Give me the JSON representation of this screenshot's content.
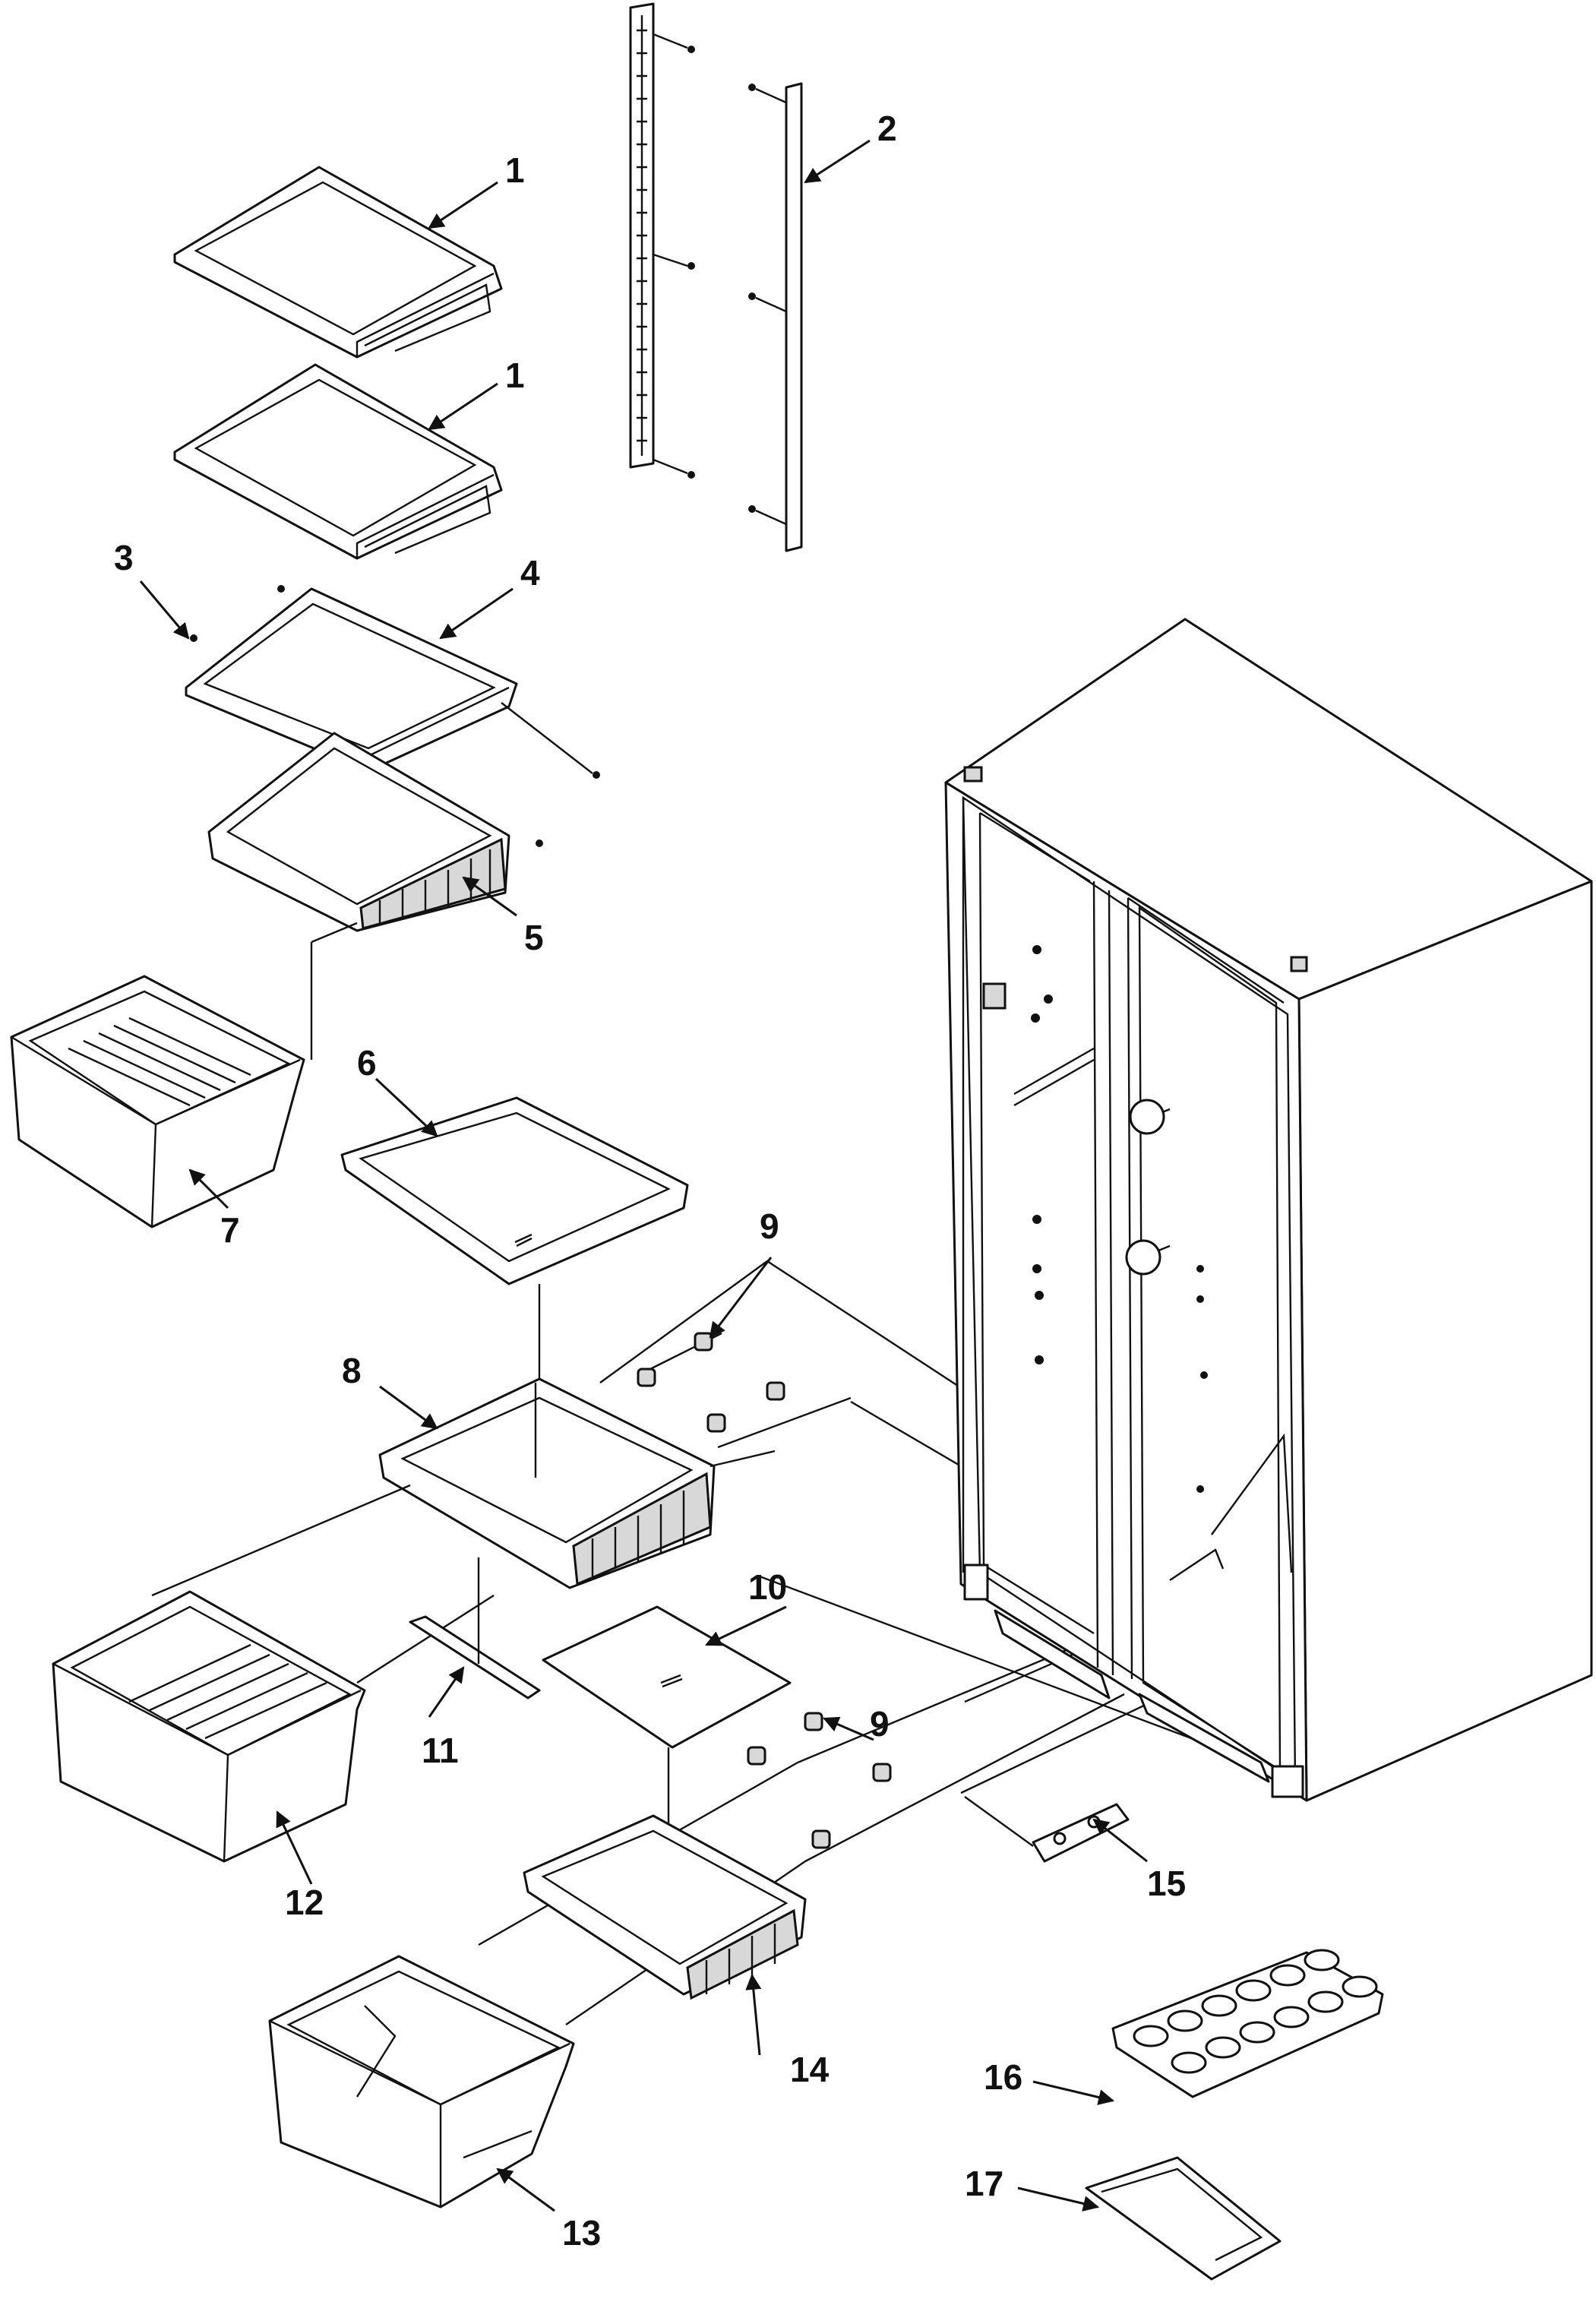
{
  "diagram": {
    "callouts": [
      {
        "id": "1a",
        "label": "1"
      },
      {
        "id": "1b",
        "label": "1"
      },
      {
        "id": "2",
        "label": "2"
      },
      {
        "id": "3",
        "label": "3"
      },
      {
        "id": "4",
        "label": "4"
      },
      {
        "id": "5",
        "label": "5"
      },
      {
        "id": "6",
        "label": "6"
      },
      {
        "id": "7",
        "label": "7"
      },
      {
        "id": "8",
        "label": "8"
      },
      {
        "id": "9a",
        "label": "9"
      },
      {
        "id": "9b",
        "label": "9"
      },
      {
        "id": "10",
        "label": "10"
      },
      {
        "id": "11",
        "label": "11"
      },
      {
        "id": "12",
        "label": "12"
      },
      {
        "id": "13",
        "label": "13"
      },
      {
        "id": "14",
        "label": "14"
      },
      {
        "id": "15",
        "label": "15"
      },
      {
        "id": "16",
        "label": "16"
      },
      {
        "id": "17",
        "label": "17"
      }
    ]
  }
}
